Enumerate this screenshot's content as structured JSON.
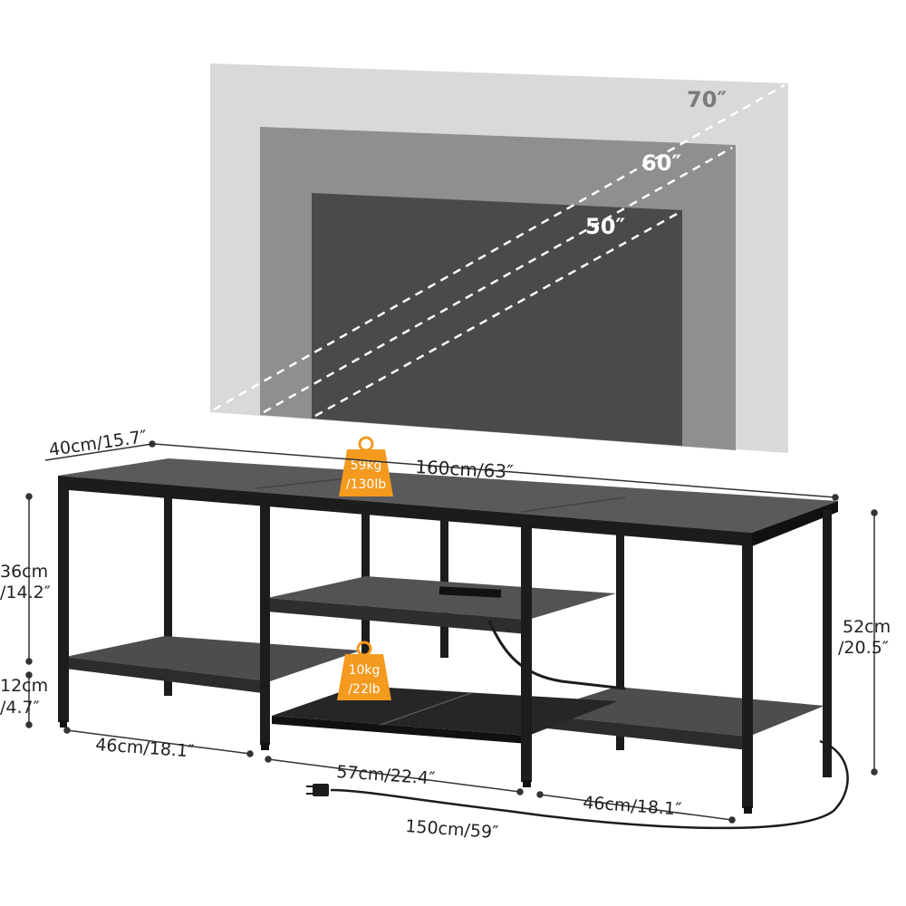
{
  "tv_sizes": [
    {
      "label": "70″",
      "shade": "#d9d9d9"
    },
    {
      "label": "60″",
      "shade": "#8f8f8f"
    },
    {
      "label": "50″",
      "shade": "#4a4a4a"
    }
  ],
  "dimensions": {
    "depth": "40cm/15.7″",
    "width": "160cm/63″",
    "top_height_cm": "36cm",
    "top_height_in": "/14.2″",
    "bottom_height_cm": "12cm",
    "bottom_height_in": "/4.7″",
    "total_height_cm": "52cm",
    "total_height_in": "/20.5″",
    "left_section": "46cm/18.1″",
    "middle_section": "57cm/22.4″",
    "right_section": "46cm/18.1″",
    "cable_length": "150cm/59″"
  },
  "load_tags": [
    {
      "line1": "59kg",
      "line2": "/130lb"
    },
    {
      "line1": "10kg",
      "line2": "/22lb"
    }
  ],
  "colors": {
    "accent": "#f39a1f",
    "frame": "#1c1c1c",
    "wood": "#4d4d4f",
    "wood_top": "#5a5a5c"
  }
}
